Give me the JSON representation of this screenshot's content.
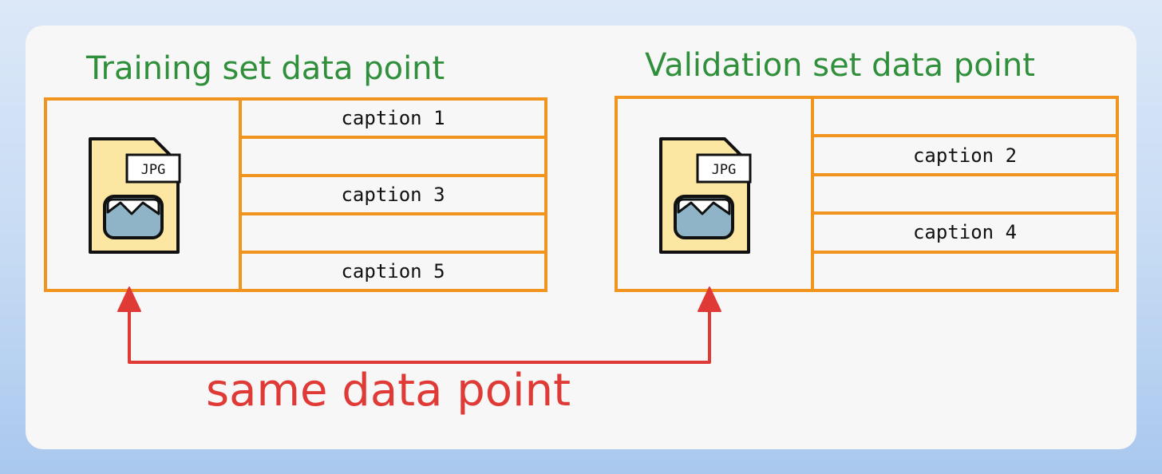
{
  "training": {
    "title": "Training set data point",
    "file_label": "JPG",
    "captions": [
      "caption 1",
      "",
      "caption 3",
      "",
      "caption 5"
    ]
  },
  "validation": {
    "title": "Validation set data point",
    "file_label": "JPG",
    "captions": [
      "",
      "caption 2",
      "",
      "caption 4",
      ""
    ]
  },
  "connector": {
    "label": "same data point"
  },
  "colors": {
    "heading": "#2f8f3a",
    "border": "#f0941e",
    "arrow": "#e03a36",
    "file_fill": "#fbe6a2",
    "picture_fill": "#8fb3c7"
  },
  "icons": [
    "jpg-file-icon",
    "image-icon"
  ]
}
